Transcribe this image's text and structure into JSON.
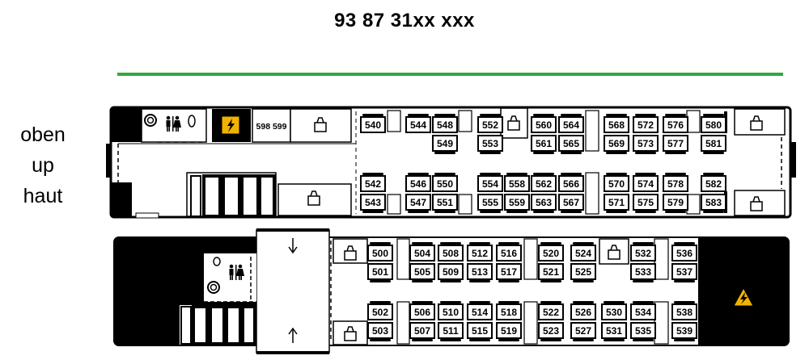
{
  "title": "93 87 31xx xxx",
  "deck_label": [
    "oben",
    "up",
    "haut"
  ],
  "accent_color": "#2eaa3e",
  "upper_deck": {
    "service_seats_label": "598 599",
    "seat_pairs": [
      [
        "540",
        null
      ],
      [
        "544",
        null
      ],
      [
        "548",
        "549"
      ],
      [
        "552",
        "553"
      ],
      [
        "560",
        "561"
      ],
      [
        "564",
        "565"
      ],
      [
        "568",
        "569"
      ],
      [
        "572",
        "573"
      ],
      [
        "576",
        "577"
      ],
      [
        "580",
        "581"
      ],
      [
        "542",
        "543"
      ],
      [
        "546",
        "547"
      ],
      [
        "550",
        "551"
      ],
      [
        "554",
        "555"
      ],
      [
        "558",
        "559"
      ],
      [
        "562",
        "563"
      ],
      [
        "566",
        "567"
      ],
      [
        "570",
        "571"
      ],
      [
        "574",
        "575"
      ],
      [
        "578",
        "579"
      ],
      [
        "582",
        "583"
      ]
    ],
    "icons": [
      "wc-icon",
      "high-voltage-icon",
      "luggage-icon"
    ]
  },
  "lower_deck": {
    "seat_pairs": [
      [
        "500",
        "501"
      ],
      [
        "504",
        "505"
      ],
      [
        "508",
        "509"
      ],
      [
        "512",
        "513"
      ],
      [
        "516",
        "517"
      ],
      [
        "520",
        "521"
      ],
      [
        "524",
        "525"
      ],
      [
        "532",
        "533"
      ],
      [
        "536",
        "537"
      ],
      [
        "502",
        "503"
      ],
      [
        "506",
        "507"
      ],
      [
        "510",
        "511"
      ],
      [
        "514",
        "515"
      ],
      [
        "518",
        "519"
      ],
      [
        "522",
        "523"
      ],
      [
        "526",
        "527"
      ],
      [
        "530",
        "531"
      ],
      [
        "534",
        "535"
      ],
      [
        "538",
        "539"
      ]
    ],
    "icons": [
      "wc-icon",
      "high-voltage-icon",
      "luggage-icon",
      "door-arrow-icon"
    ]
  }
}
